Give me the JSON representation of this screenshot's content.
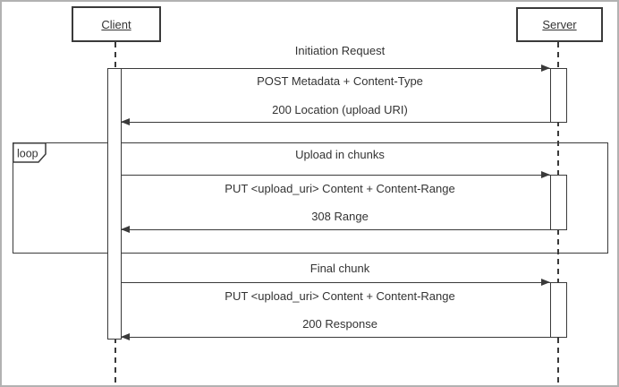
{
  "diagram": {
    "type": "uml-sequence",
    "actors": [
      {
        "name": "Client"
      },
      {
        "name": "Server"
      }
    ],
    "fragment": {
      "operator": "loop"
    },
    "sections": [
      {
        "label": "Initiation Request",
        "request": "POST Metadata + Content-Type",
        "response": "200 Location (upload URI)"
      },
      {
        "label": "Upload in chunks",
        "request": "PUT <upload_uri> Content + Content-Range",
        "response": "308 Range"
      },
      {
        "label": "Final chunk",
        "request": "PUT <upload_uri> Content + Content-Range",
        "response": "200 Response"
      }
    ],
    "colors": {
      "line": "#3a3a3a",
      "text": "#333333",
      "background": "#ffffff",
      "canvas-border": "#b2b2b2"
    }
  }
}
